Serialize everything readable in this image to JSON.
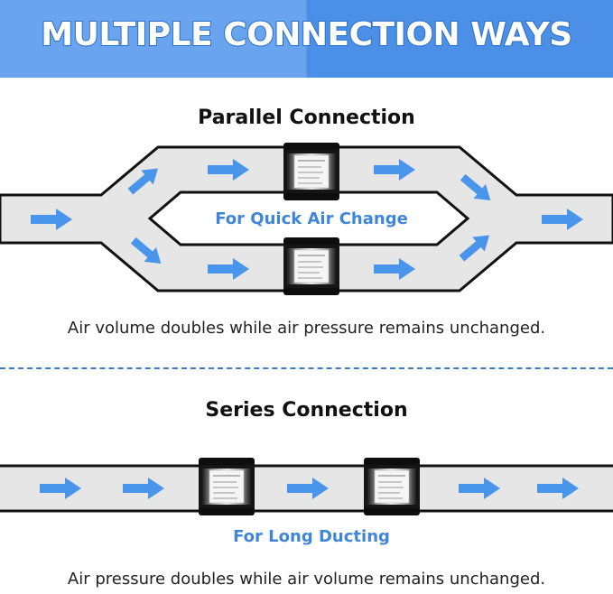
{
  "header": {
    "title": "MULTIPLE CONNECTION WAYS"
  },
  "parallel": {
    "title": "Parallel Connection",
    "inner_label": "For Quick Air Change",
    "caption": "Air volume doubles while air pressure remains unchanged."
  },
  "series": {
    "title": "Series Connection",
    "label": "For Long Ducting",
    "caption": "Air pressure doubles while air volume remains unchanged."
  },
  "colors": {
    "header_light": "#6aa4ee",
    "header_dark": "#4c8fe6",
    "arrow": "#4a95ec",
    "duct_fill": "#e6e6e6",
    "duct_outline": "#111111",
    "label_blue": "#3f86d8",
    "divider": "#3d7bbf"
  },
  "icons": [
    "arrow-right-icon",
    "inline-duct-fan-icon"
  ]
}
